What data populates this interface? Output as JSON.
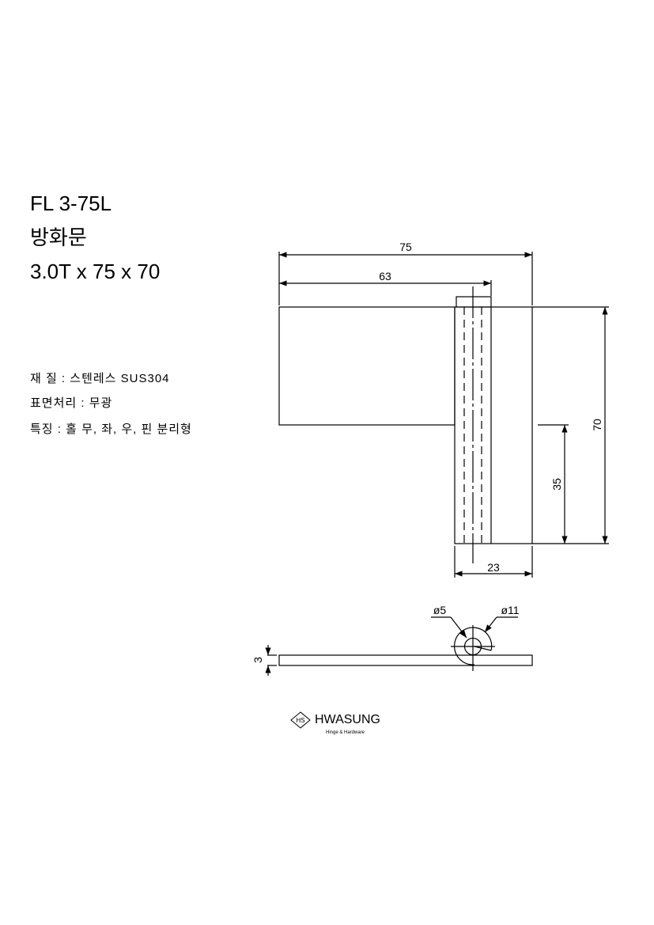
{
  "header": {
    "model": "FL 3-75L",
    "type": "방화문",
    "size": "3.0T x 75 x 70"
  },
  "specs": {
    "material": "재 질 : 스텐레스 SUS304",
    "finish": "표면처리 : 무광",
    "feature": "특징 : 홀 무, 좌, 우, 핀 분리형"
  },
  "dimensions": {
    "total_width": "75",
    "pin_offset": "63",
    "height": "70",
    "half_height": "35",
    "barrel_leaf_width": "23",
    "pin_diameter": "ø5",
    "barrel_diameter": "ø11",
    "thickness": "3"
  },
  "logo": {
    "mark": "HS",
    "name": "HWASUNG",
    "tagline": "Hinge & Hardware"
  }
}
